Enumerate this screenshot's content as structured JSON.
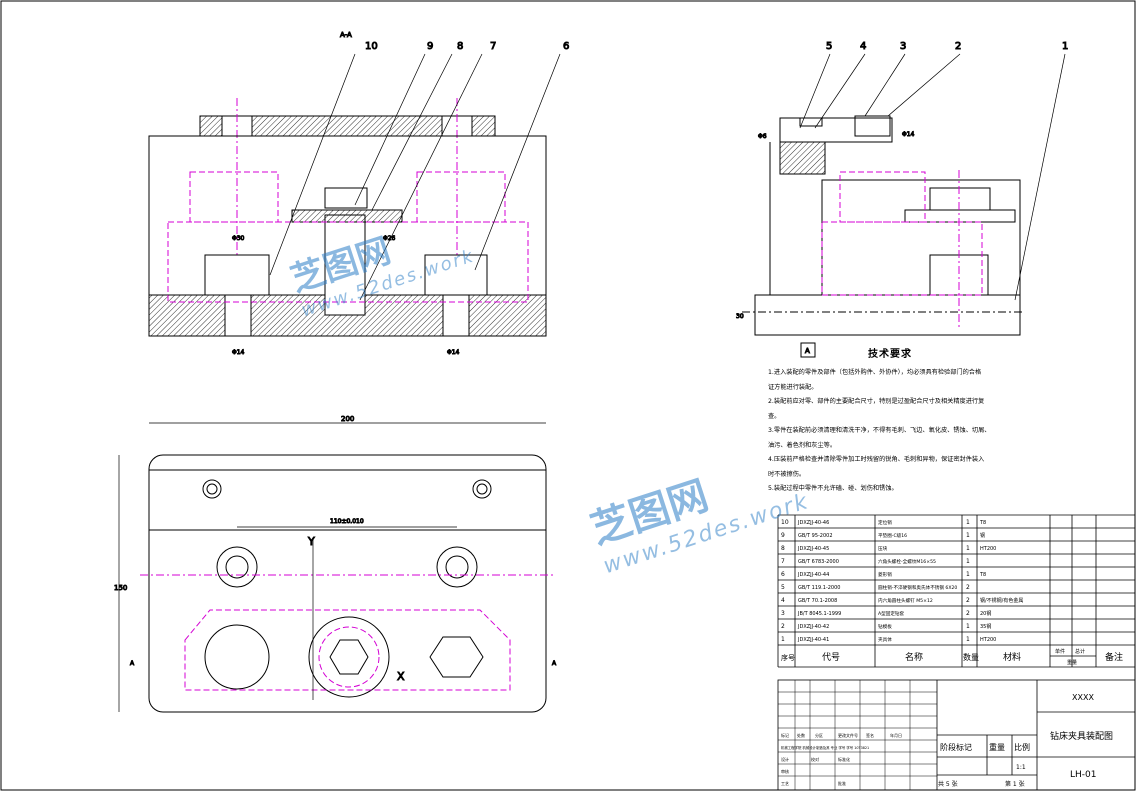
{
  "view_label": "A-A",
  "callouts_front": [
    "10",
    "9",
    "8",
    "7",
    "6"
  ],
  "callouts_side": [
    "5",
    "4",
    "3",
    "2",
    "1"
  ],
  "dimensions": {
    "overall_length": "200",
    "overall_width": "150",
    "hole_spacing": "110±0.010",
    "height_side": "30",
    "dia_left_top": "Φ30",
    "dia_right_top": "Φ26",
    "dia_left_bottom": "Φ14",
    "dia_right_bottom": "Φ14",
    "dia_side": "Φ14",
    "dia_side2": "Φ6"
  },
  "axis_labels": {
    "y": "Y",
    "x": "X",
    "a_marker": "A",
    "section_left": "A",
    "section_right": "A"
  },
  "tech_requirements": {
    "title": "技术要求",
    "items": [
      "1.进入装配的零件及部件（包括外购件、外协件），均必须具有检验部门的合格",
      "  证方能进行装配。",
      "2.装配前应对零、部件的主要配合尺寸，特别是过盈配合尺寸及相关精度进行复",
      "  查。",
      "3.零件在装配前必须清理和清洗干净，不得有毛刺、飞边、氧化皮、锈蚀、切屑、",
      "  油污、着色剂和灰尘等。",
      "4.压装前严格检查并清除零件加工时残留的锐角、毛刺和异物，保证密封件装入",
      "  时不被擦伤。",
      "5.装配过程中零件不允许磕、碰、划伤和锈蚀。"
    ]
  },
  "bom": {
    "rows": [
      {
        "no": "10",
        "code": "JDXZJJ-40-46",
        "name": "定位销",
        "qty": "1",
        "material": "T8"
      },
      {
        "no": "9",
        "code": "GB/T 95-2002",
        "name": "平垫圈-C级16",
        "qty": "1",
        "material": "钢"
      },
      {
        "no": "8",
        "code": "JDXZJJ-40-45",
        "name": "压块",
        "qty": "1",
        "material": "HT200"
      },
      {
        "no": "7",
        "code": "GB/T 6783-2000",
        "name": "六角头螺栓-全螺纹M16×55",
        "qty": "1",
        "material": ""
      },
      {
        "no": "6",
        "code": "JDXZJJ-40-44",
        "name": "菱形销",
        "qty": "1",
        "material": "T8"
      },
      {
        "no": "5",
        "code": "GB/T 119.1-2000",
        "name": "圆柱销-不淬硬钢和奥氏体不锈钢 6X20",
        "qty": "2",
        "material": ""
      },
      {
        "no": "4",
        "code": "GB/T 70.1-2008",
        "name": "内六角圆柱头螺钉 M5×12",
        "qty": "2",
        "material": "钢/不锈钢/有色金属"
      },
      {
        "no": "3",
        "code": "JB/T 8045.1-1999",
        "name": "A型固定钻套",
        "qty": "2",
        "material": "20钢"
      },
      {
        "no": "2",
        "code": "JDXZJJ-40-42",
        "name": "钻模板",
        "qty": "1",
        "material": "35钢"
      },
      {
        "no": "1",
        "code": "JDXZJJ-40-41",
        "name": "夹具体",
        "qty": "1",
        "material": "HT200"
      }
    ],
    "header": {
      "no": "序号",
      "code": "代号",
      "name": "名称",
      "qty": "数量",
      "material": "材料",
      "single": "单件",
      "total": "总计",
      "weight": "重量",
      "remark": "备注"
    }
  },
  "title_block": {
    "company": "XXXX",
    "drawing_name": "钻床夹具装配图",
    "drawing_no": "LH-01",
    "stage_label": "阶段标记",
    "weight_label": "重量",
    "scale_label": "比例",
    "scale_value": "1:1",
    "sheets_total": "共 5 张",
    "sheet_no": "第 1 张",
    "row_marks": "标记",
    "row_count": "处数",
    "row_zone": "分区",
    "row_change": "更改文件号",
    "row_sign": "签名",
    "row_date": "年月日",
    "design": "设计",
    "standard": "标准化",
    "review": "审核",
    "process": "工艺",
    "approve": "批准",
    "school": "机械工程学院 机械设计制造及其 专业 学号 学号 10T3821",
    "school2": "校对"
  },
  "watermark": {
    "brand": "芝图网",
    "url": "www.52des.work"
  },
  "colors": {
    "line": "#000000",
    "hidden": "#d400d4",
    "center": "#d400d4",
    "accent": "#1a66cc",
    "cyan": "#00a0a0"
  }
}
